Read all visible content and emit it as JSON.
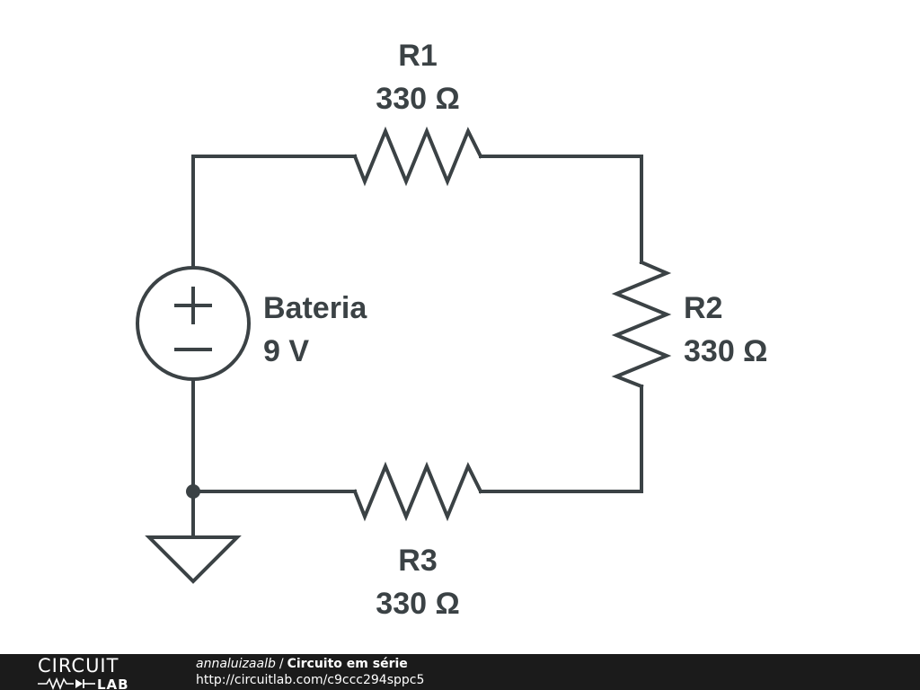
{
  "colors": {
    "stroke": "#3b4245",
    "background": "#ffffff",
    "footer_background": "#1b1b1b",
    "footer_text": "#ffffff"
  },
  "components": {
    "r1": {
      "name": "R1",
      "value": "330 Ω"
    },
    "r2": {
      "name": "R2",
      "value": "330 Ω"
    },
    "r3": {
      "name": "R3",
      "value": "330 Ω"
    },
    "battery": {
      "name": "Bateria",
      "value": "9 V"
    }
  },
  "footer": {
    "logo_top": "CIRCUIT",
    "logo_bottom": "LAB",
    "author": "annaluizaalb",
    "separator": "/",
    "title": "Circuito em série",
    "url": "http://circuitlab.com/c9ccc294sppc5"
  }
}
